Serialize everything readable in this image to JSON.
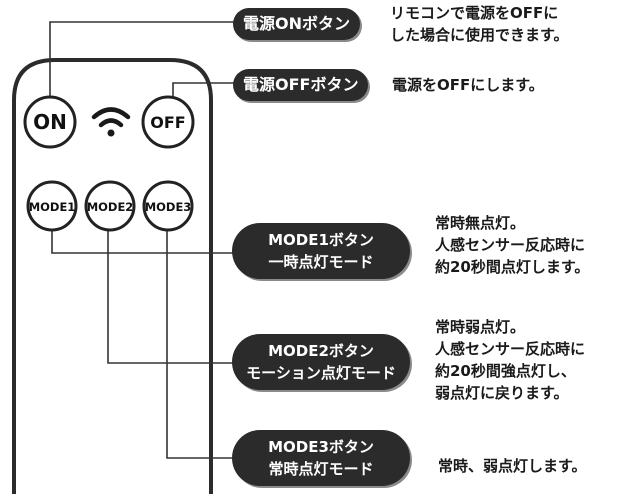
{
  "remote": {
    "buttons": {
      "on": "ON",
      "off": "OFF",
      "mode1": "MODE1",
      "mode2": "MODE2",
      "mode3": "MODE3"
    }
  },
  "callouts": {
    "power_on": {
      "label": "電源ONボタン",
      "desc": [
        "リモコンで電源をOFFに",
        "した場合に使用できます。"
      ]
    },
    "power_off": {
      "label": "電源OFFボタン",
      "desc": [
        "電源をOFFにします。"
      ]
    },
    "mode1": {
      "label": [
        "MODE1ボタン",
        "一時点灯モード"
      ],
      "desc": [
        "常時無点灯。",
        "人感センサー反応時に",
        "約20秒間点灯します。"
      ]
    },
    "mode2": {
      "label": [
        "MODE2ボタン",
        "モーション点灯モード"
      ],
      "desc": [
        "常時弱点灯。",
        "人感センサー反応時に",
        "約20秒間強点灯し、",
        "弱点灯に戻ります。"
      ]
    },
    "mode3": {
      "label": [
        "MODE3ボタン",
        "常時点灯モード"
      ],
      "desc": [
        "常時、弱点灯します。"
      ]
    }
  },
  "colors": {
    "pill": "#2b2b2b",
    "line": "#333333",
    "remote_fill": "#ffffff"
  },
  "icons": {
    "signal": "wifi-signal-icon"
  }
}
